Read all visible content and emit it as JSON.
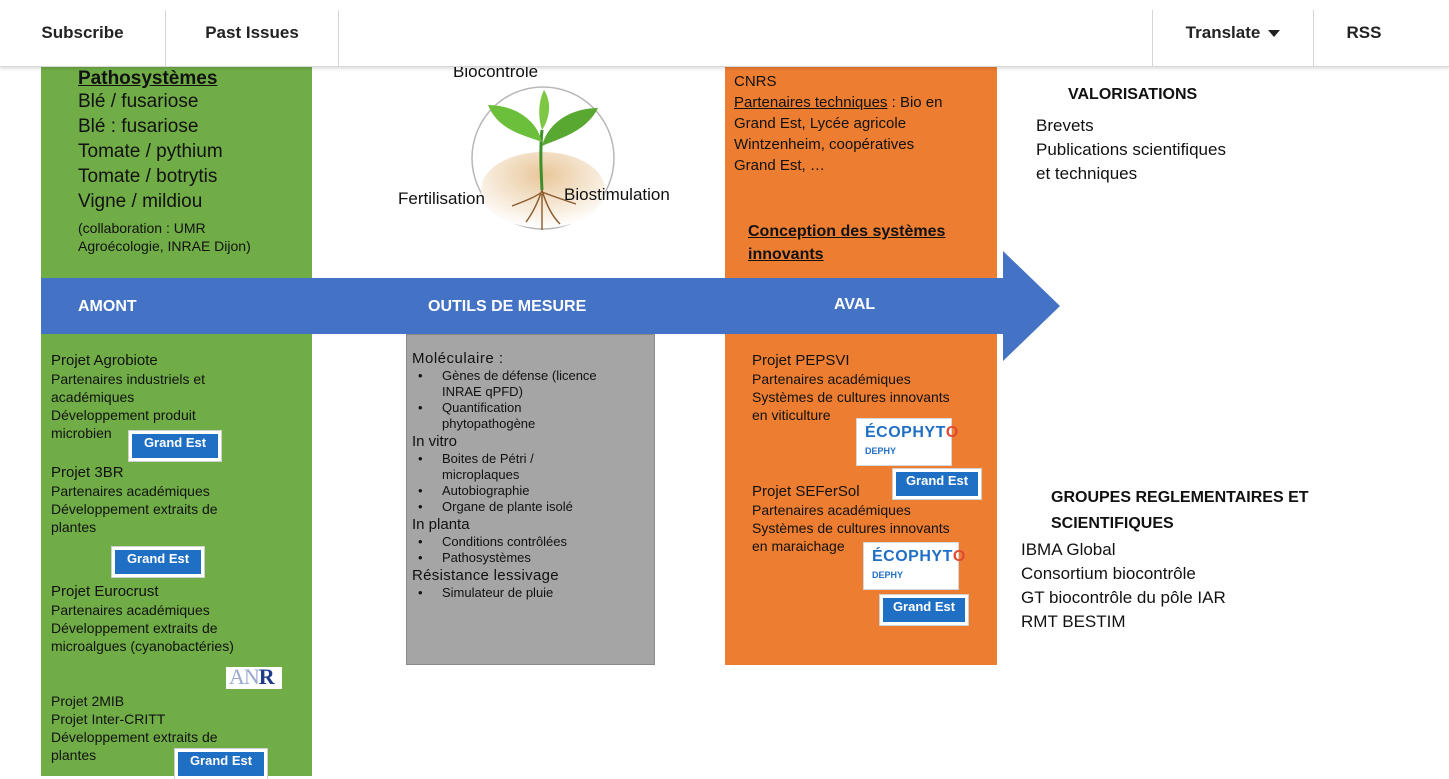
{
  "nav": {
    "subscribe": "Subscribe",
    "past_issues": "Past Issues",
    "translate": "Translate",
    "rss": "RSS"
  },
  "amont_top": {
    "heading": "Pathosystèmes",
    "lines": [
      "Blé / fusariose",
      "Blé : fusariose",
      "Tomate / pythium",
      "Tomate / botrytis",
      "Vigne / mildiou"
    ],
    "note1": "(collaboration : UMR",
    "note2": "Agroécologie, INRAE Dijon)"
  },
  "center_top": {
    "biocontrole": "Biocontrole",
    "fertilisation": "Fertilisation",
    "biostimulation": "Biostimulation"
  },
  "aval_top": {
    "cnrs": "CNRS",
    "partners_label": "Partenaires techniques",
    "partners_text": " : Bio en",
    "line2": "Grand Est, Lycée agricole",
    "line3": "Wintzenheim, coopératives",
    "line4": "Grand Est, …",
    "conception1": "Conception des systèmes",
    "conception2": "innovants"
  },
  "valorisations": {
    "title": "VALORISATIONS",
    "items": [
      "Brevets",
      "Publications scientifiques",
      "et techniques"
    ]
  },
  "arrow": {
    "amont": "AMONT",
    "outils": "OUTILS DE MESURE",
    "aval": "AVAL"
  },
  "amont_bottom": {
    "p1": [
      "Projet Agrobiote",
      "Partenaires industriels et",
      "académiques",
      "Développement produit",
      "microbien"
    ],
    "p2": [
      "Projet 3BR",
      "Partenaires académiques",
      "Développement extraits de",
      "plantes"
    ],
    "p3": [
      "Projet Eurocrust",
      "Partenaires académiques",
      "Développement extraits de",
      "microalgues (cyanobactéries)"
    ],
    "p4": [
      "Projet 2MIB",
      "Projet Inter-CRITT",
      "Développement extraits de",
      "plantes"
    ]
  },
  "outils": {
    "moleculaire": "Moléculaire :",
    "mol_items": [
      "Gènes de défense (licence",
      "INRAE qPFD)",
      "Quantification",
      "phytopathogène"
    ],
    "invitro": "In vitro",
    "invitro_items": [
      "Boites de Pétri /",
      "microplaques",
      "Autobiographie",
      "Organe de plante isolé"
    ],
    "inplanta": "In planta",
    "inplanta_items": [
      "Conditions contrôlées",
      "Pathosystèmes"
    ],
    "resistance": "Résistance lessivage",
    "resistance_items": [
      "Simulateur de pluie"
    ]
  },
  "aval_bottom": {
    "p1": [
      "Projet PEPSVI",
      "Partenaires académiques",
      "Systèmes de cultures innovants",
      "en viticulture"
    ],
    "p2": [
      "Projet SEFerSol",
      "Partenaires académiques",
      "Systèmes de cultures innovants",
      "en maraichage"
    ]
  },
  "groupes": {
    "title1": "GROUPES REGLEMENTAIRES ET",
    "title2": "SCIENTIFIQUES",
    "items": [
      "IBMA Global",
      "Consortium biocontrôle",
      "GT biocontrôle du pôle IAR",
      "RMT BESTIM"
    ]
  },
  "logos": {
    "grandest": "Grand Est",
    "ecophyto_a": "ÉCOPHYT",
    "ecophyto_b": "O",
    "dephy": "DEPHY",
    "anr_a": "AN",
    "anr_b": "R"
  },
  "colors": {
    "green": "#70ad47",
    "orange": "#ed7d31",
    "grey": "#a5a5a5",
    "arrow": "#4472c4",
    "grandest": "#1f6fc5"
  }
}
